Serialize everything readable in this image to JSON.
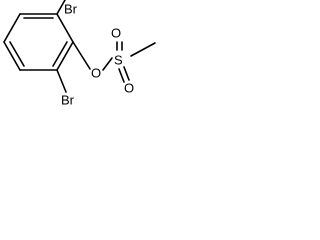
{
  "molecule": {
    "atoms": {
      "br_top": "Br",
      "br_bottom": "Br",
      "o_ester": "O",
      "s": "S",
      "o_top": "O",
      "o_bottom": "O"
    }
  },
  "colors": {
    "background": "#ffffff",
    "ink": "#000000"
  }
}
